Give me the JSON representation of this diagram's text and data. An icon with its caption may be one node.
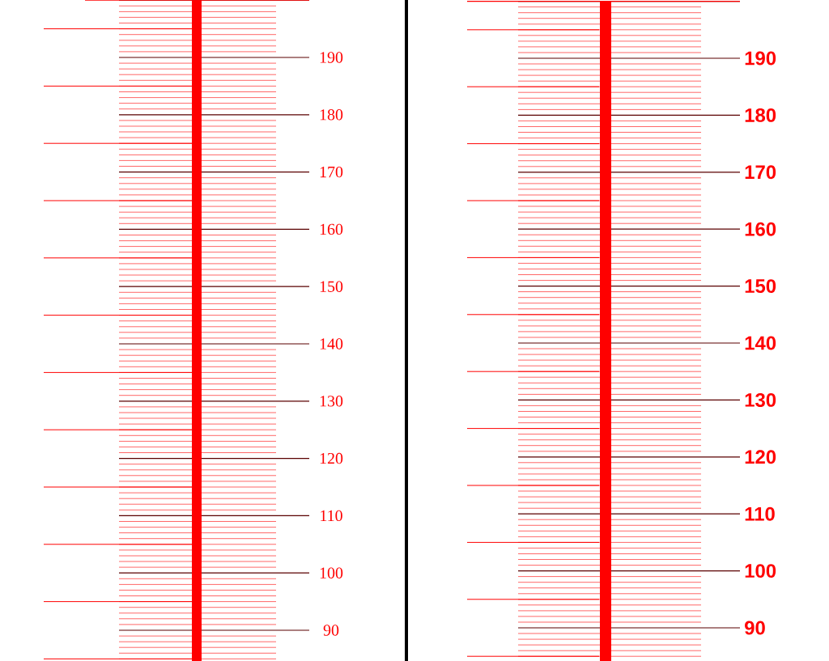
{
  "diagram": {
    "labels": [
      "190",
      "180",
      "170",
      "160",
      "150",
      "140",
      "130",
      "120",
      "110",
      "100",
      "90",
      "190",
      "180",
      "170",
      "160",
      "150",
      "140",
      "130",
      "120",
      "110",
      "100",
      "90"
    ]
  }
}
